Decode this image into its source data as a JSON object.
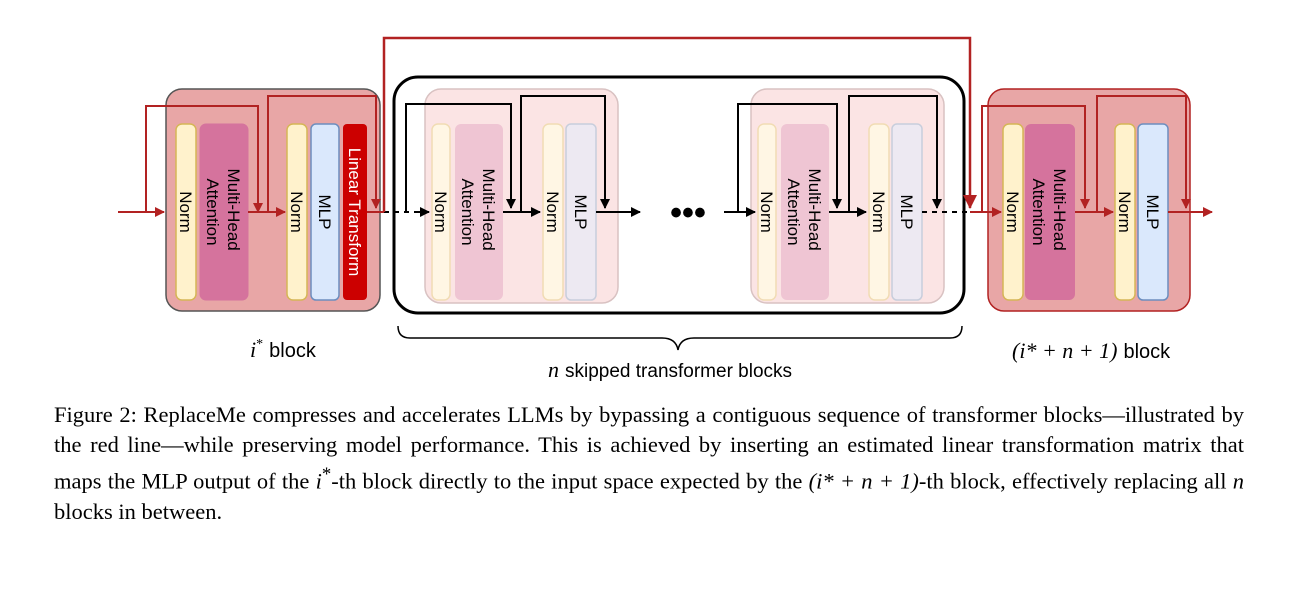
{
  "blocks": {
    "first": {
      "norm1": "Norm",
      "attention": [
        "Multi-Head",
        "Attention"
      ],
      "norm2": "Norm",
      "mlp": "MLP",
      "linear": "Linear Transform",
      "label_sym": "i",
      "label_sup": "*",
      "label_text": "block"
    },
    "skipped_a": {
      "norm1": "Norm",
      "attention": [
        "Multi-Head",
        "Attention"
      ],
      "norm2": "Norm",
      "mlp": "MLP"
    },
    "skipped_b": {
      "norm1": "Norm",
      "attention": [
        "Multi-Head",
        "Attention"
      ],
      "norm2": "Norm",
      "mlp": "MLP"
    },
    "last": {
      "norm1": "Norm",
      "attention": [
        "Multi-Head",
        "Attention"
      ],
      "norm2": "Norm",
      "mlp": "MLP",
      "label_math": "(i* + n + 1)",
      "label_text": "block"
    }
  },
  "ellipsis": "•••",
  "brace_label": {
    "sym": "n",
    "text": "skipped transformer blocks"
  },
  "caption": {
    "part1": "Figure 2: ReplaceMe compresses and accelerates LLMs by bypassing a contiguous sequence of transformer blocks—illustrated by the red line—while preserving model performance. This is achieved by inserting an estimated linear transformation matrix that maps the MLP output of the",
    "sym_i": "i",
    "sup_star": "*",
    "part2": "-th block directly to the input space expected by the",
    "math_block": "(i* + n + 1)",
    "part3": "-th block, effectively replacing all",
    "sym_n": "n",
    "part4": "blocks in between."
  },
  "colors": {
    "red_line": "#b22222",
    "block_red_fill": "#e8a6a6",
    "norm_fill": "#fff2cc",
    "norm_stroke": "#d6b656",
    "attention_fill": "#d5739d",
    "mlp_fill": "#dae8fc",
    "mlp_stroke": "#6c8ebf",
    "linear_fill": "#cc0000"
  }
}
